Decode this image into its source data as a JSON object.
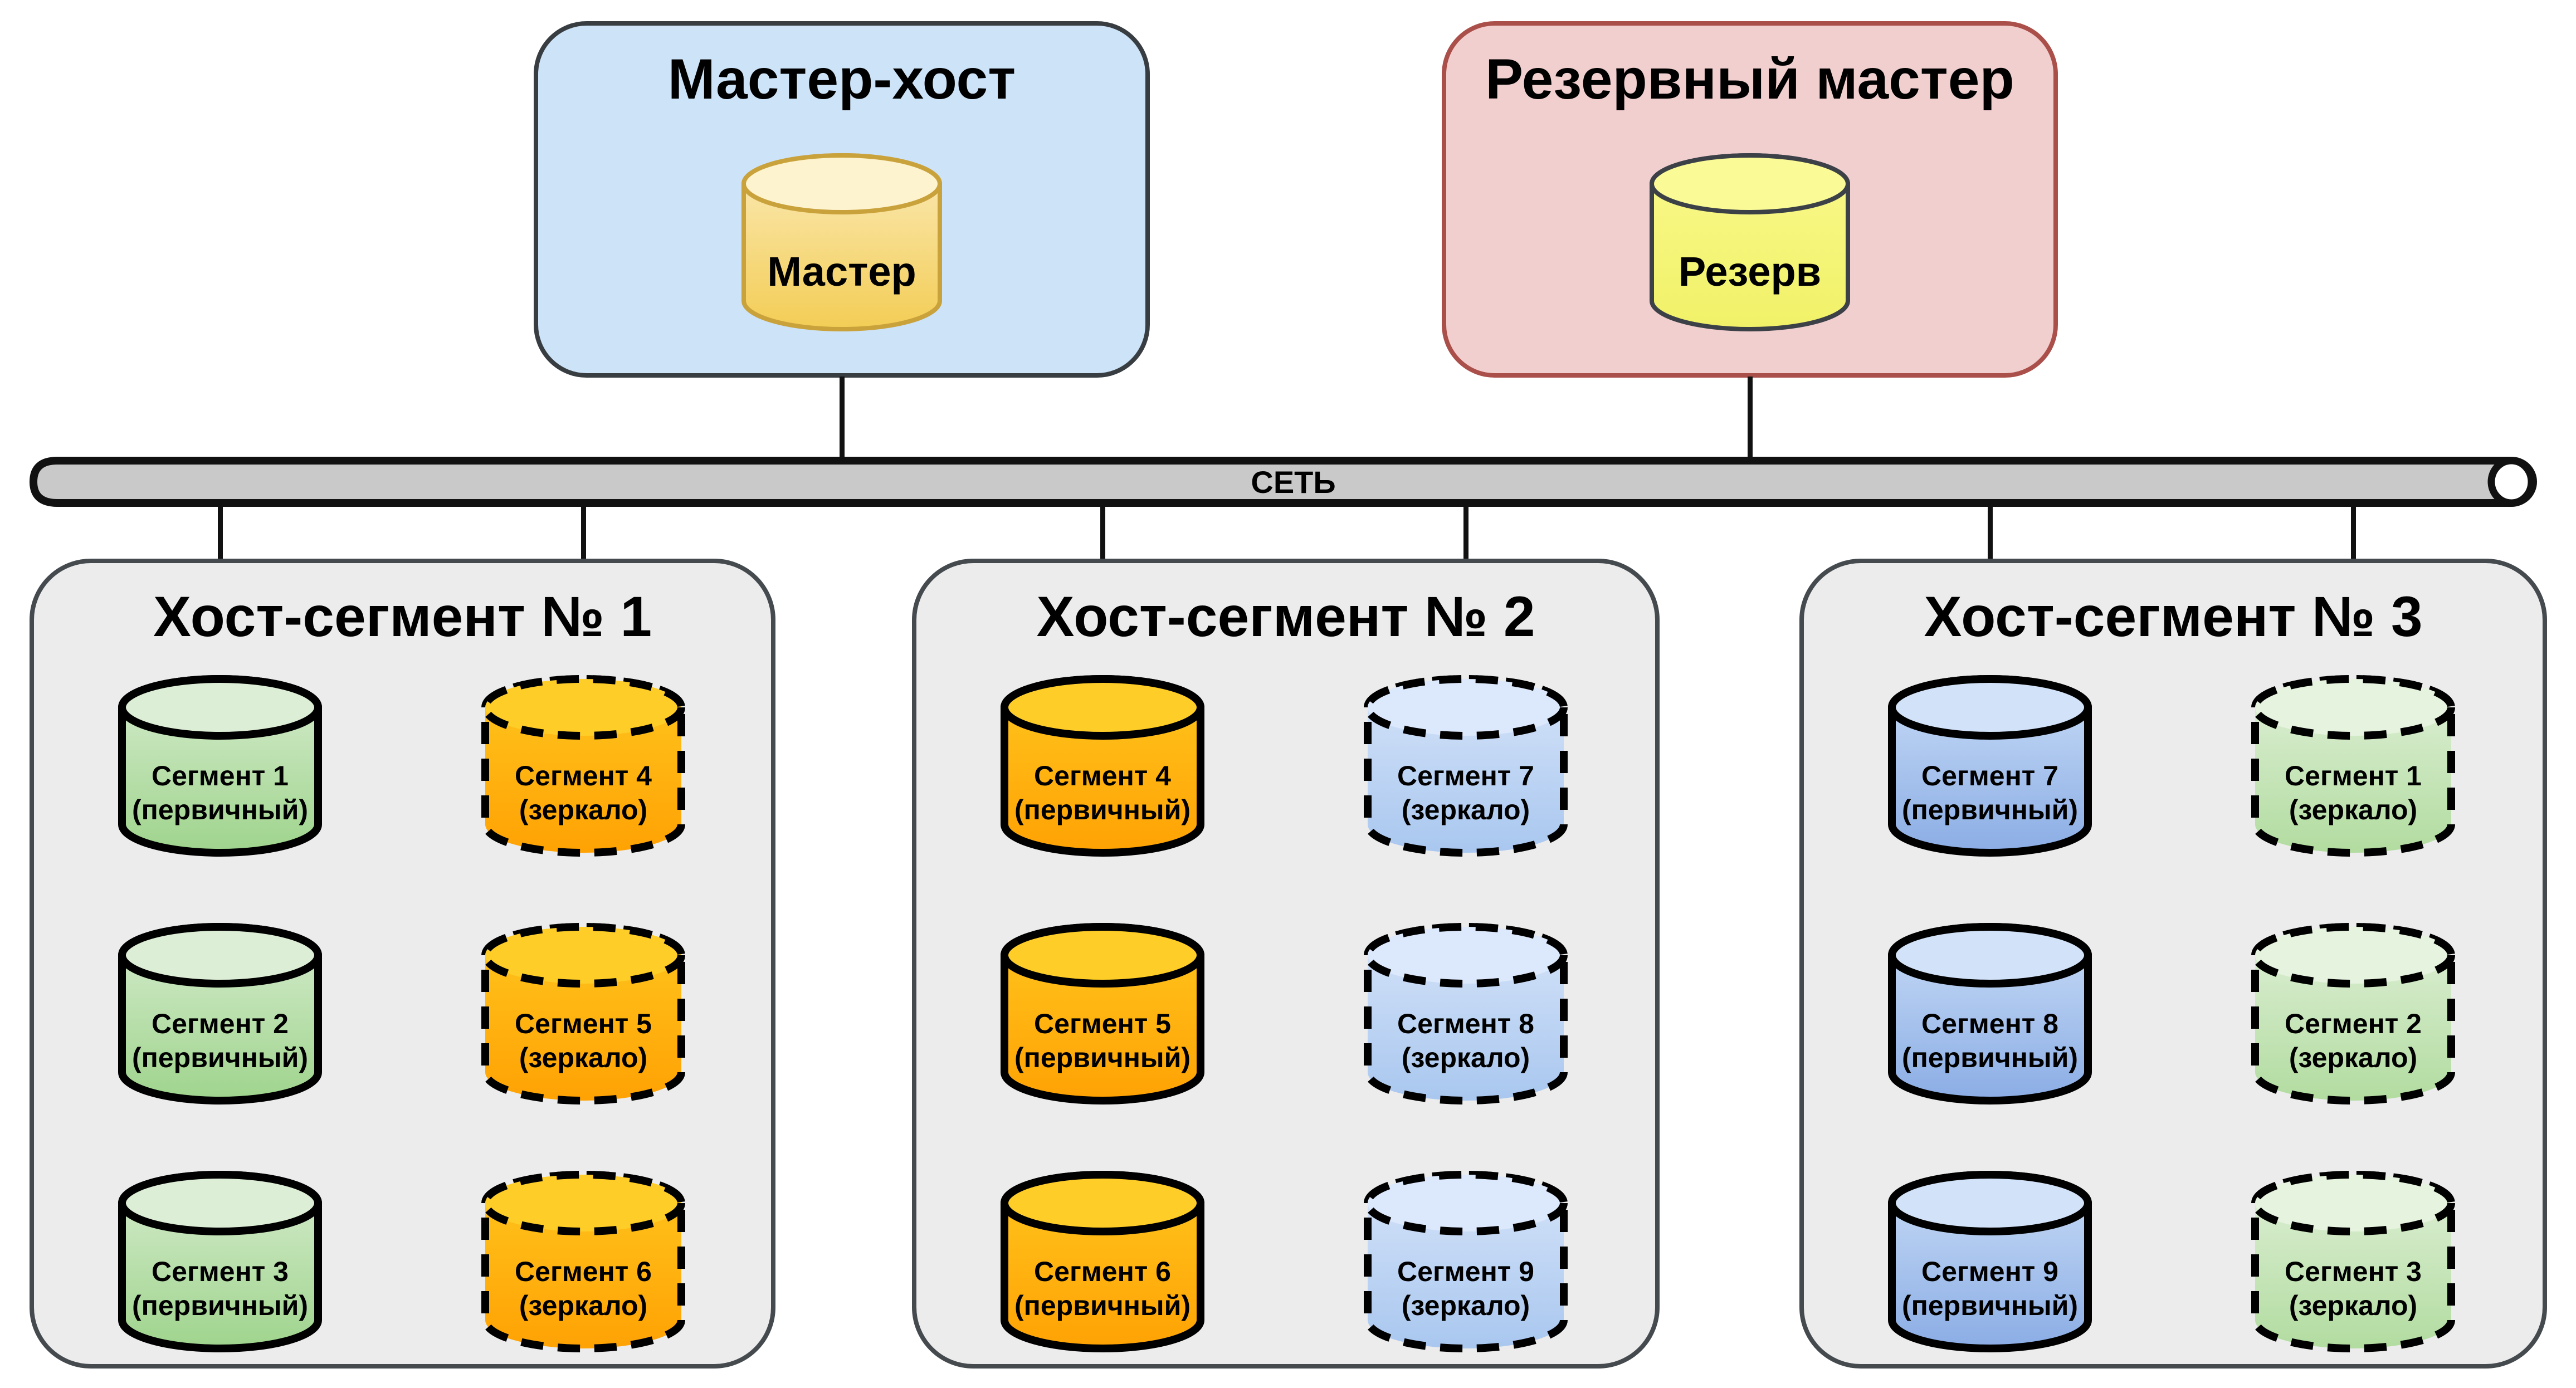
{
  "master_host": {
    "title": "Мастер-хост",
    "db_label": "Мастер"
  },
  "standby_master": {
    "title": "Резервный мастер",
    "db_label": "Резерв"
  },
  "network": {
    "label": "СЕТЬ"
  },
  "segments": [
    {
      "title": "Хост-сегмент № 1",
      "cells": [
        {
          "name": "Сегмент 1",
          "role": "(первичный)",
          "kind": "primary-green"
        },
        {
          "name": "Сегмент 4",
          "role": "(зеркало)",
          "kind": "mirror-orange"
        },
        {
          "name": "Сегмент 2",
          "role": "(первичный)",
          "kind": "primary-green"
        },
        {
          "name": "Сегмент 5",
          "role": "(зеркало)",
          "kind": "mirror-orange"
        },
        {
          "name": "Сегмент 3",
          "role": "(первичный)",
          "kind": "primary-green"
        },
        {
          "name": "Сегмент 6",
          "role": "(зеркало)",
          "kind": "mirror-orange"
        }
      ]
    },
    {
      "title": "Хост-сегмент № 2",
      "cells": [
        {
          "name": "Сегмент 4",
          "role": "(первичный)",
          "kind": "primary-orange"
        },
        {
          "name": "Сегмент 7",
          "role": "(зеркало)",
          "kind": "mirror-blue"
        },
        {
          "name": "Сегмент 5",
          "role": "(первичный)",
          "kind": "primary-orange"
        },
        {
          "name": "Сегмент 8",
          "role": "(зеркало)",
          "kind": "mirror-blue"
        },
        {
          "name": "Сегмент 6",
          "role": "(первичный)",
          "kind": "primary-orange"
        },
        {
          "name": "Сегмент 9",
          "role": "(зеркало)",
          "kind": "mirror-blue"
        }
      ]
    },
    {
      "title": "Хост-сегмент № 3",
      "cells": [
        {
          "name": "Сегмент 7",
          "role": "(первичный)",
          "kind": "primary-blue"
        },
        {
          "name": "Сегмент 1",
          "role": "(зеркало)",
          "kind": "mirror-green"
        },
        {
          "name": "Сегмент 8",
          "role": "(первичный)",
          "kind": "primary-blue"
        },
        {
          "name": "Сегмент 2",
          "role": "(зеркало)",
          "kind": "mirror-green"
        },
        {
          "name": "Сегмент 9",
          "role": "(первичный)",
          "kind": "primary-blue"
        },
        {
          "name": "Сегмент 3",
          "role": "(зеркало)",
          "kind": "mirror-green"
        }
      ]
    }
  ],
  "colors": {
    "master_box_fill": "#cde3f8",
    "master_box_border": "#383d42",
    "standby_box_fill": "#f2cfcf",
    "standby_box_border": "#aa4f4a",
    "master_db_fill": "#f3cd55",
    "standby_db_fill": "#f5f570",
    "network_bar_fill": "#c9c9c9",
    "segment_box_fill": "#ececec",
    "primary_green": "#9fd48d",
    "primary_orange": "#ffa204",
    "primary_blue": "#8bade5",
    "mirror_blue": "#a9c7ef",
    "mirror_green": "#b2dca0",
    "line": "#111111"
  }
}
